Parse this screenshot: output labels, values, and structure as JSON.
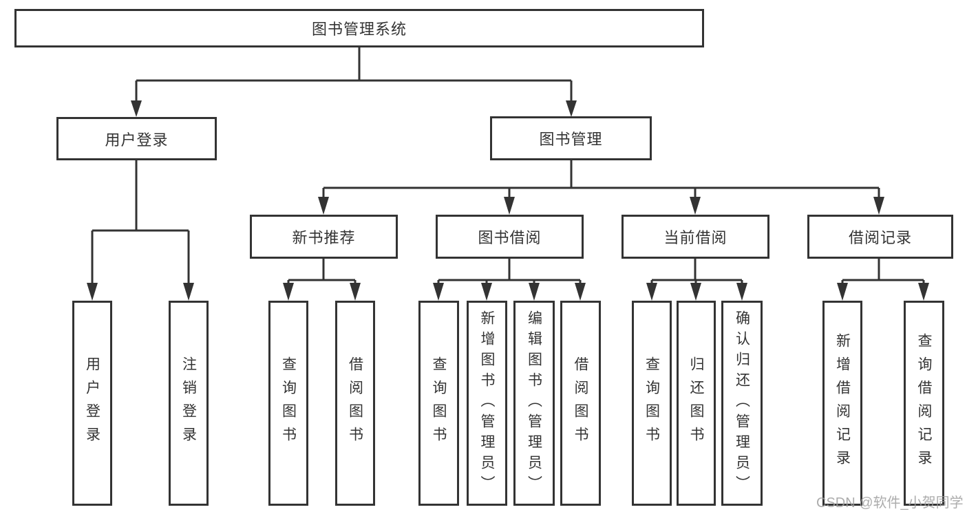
{
  "tree": {
    "root": "图书管理系统",
    "level2": [
      {
        "label": "用户登录",
        "leaves": [
          "用户登录",
          "注销登录"
        ]
      },
      {
        "label": "图书管理",
        "groups": [
          {
            "label": "新书推荐",
            "leaves": [
              "查询图书",
              "借阅图书"
            ]
          },
          {
            "label": "图书借阅",
            "leaves": [
              "查询图书",
              "新增图书（管理员）",
              "编辑图书（管理员）",
              "借阅图书"
            ]
          },
          {
            "label": "当前借阅",
            "leaves": [
              "查询图书",
              "归还图书",
              "确认归还（管理员）"
            ]
          },
          {
            "label": "借阅记录",
            "leaves": [
              "新增借阅记录",
              "查询借阅记录"
            ]
          }
        ]
      }
    ]
  },
  "watermark": "CSDN @软件_小贺同学",
  "colors": {
    "line": "#333333",
    "text": "#333333",
    "box_bg": "#ffffff",
    "watermark": "#9e9e9e"
  }
}
